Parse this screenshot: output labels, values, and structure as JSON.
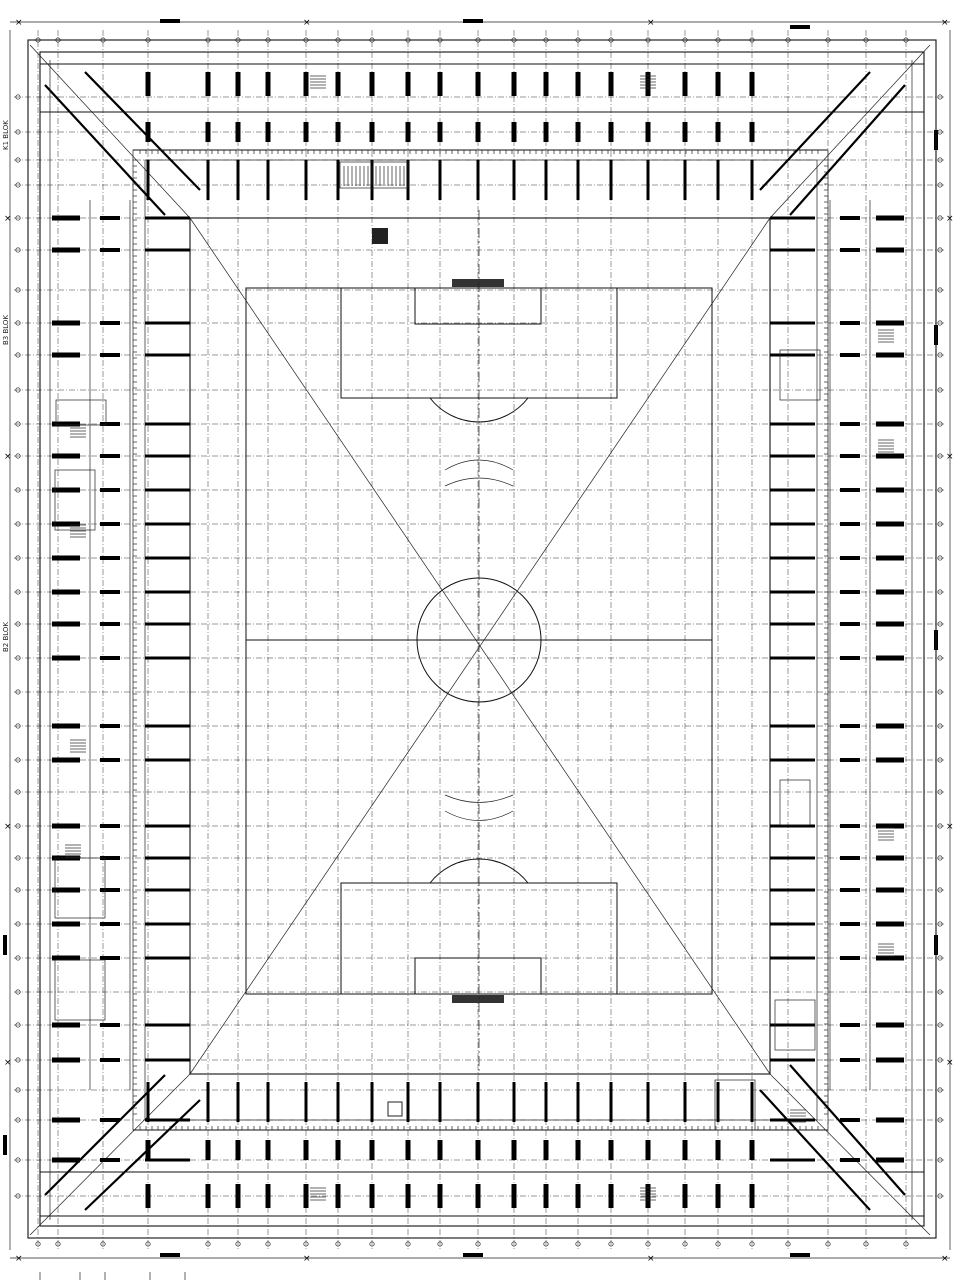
{
  "drawing": {
    "type": "stadium floor plan",
    "background": "#ffffff",
    "line_color": "#000000"
  },
  "block_labels": {
    "k1": "K1 BLOK",
    "b3": "B3 BLOK",
    "b2": "B2 BLOK"
  }
}
